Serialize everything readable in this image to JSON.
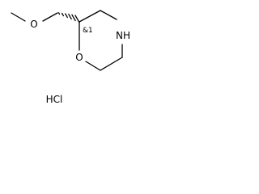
{
  "molecule": {
    "atoms": {
      "ether_oxygen": "O",
      "ring_oxygen": "O",
      "ring_nitrogen": "NH"
    },
    "stereo_descriptor": "&1",
    "salt": "HCl"
  }
}
